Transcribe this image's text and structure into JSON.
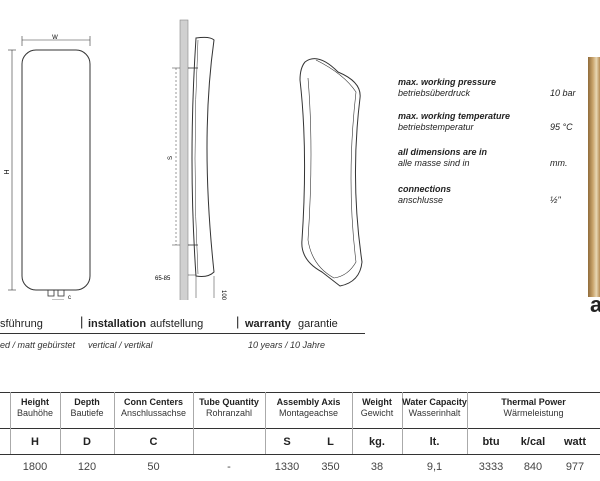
{
  "drawing_labels": {
    "width": "W",
    "height": "H",
    "c": "c",
    "s": "S",
    "offset": "65-85",
    "depth": "100"
  },
  "specs": [
    {
      "title": "max. working pressure",
      "subtitle": "betriebsüberdruck",
      "value": "10 bar"
    },
    {
      "title": "max. working temperature",
      "subtitle": "betriebstemperatur",
      "value": "95 °C"
    },
    {
      "title": "all dimensions are in",
      "subtitle": "alle masse sind in",
      "value": "mm."
    },
    {
      "title": "connections",
      "subtitle": "anschlusse",
      "value": "½\""
    }
  ],
  "finish_row": {
    "finish_partial": "sführung",
    "installation_label": "installation",
    "installation_de": "aufstellung",
    "warranty_label": "warranty",
    "warranty_de": "garantie",
    "finish_value": "ed / matt gebürstet",
    "installation_value": "vertical / vertikal",
    "warranty_value": "10 years / 10 Jahre"
  },
  "side_letter": "a",
  "table": {
    "columns": [
      {
        "title": "Height",
        "subtitle": "Bauhöhe",
        "symbol": "H",
        "value": "1800"
      },
      {
        "title": "Depth",
        "subtitle": "Bautiefe",
        "symbol": "D",
        "value": "120"
      },
      {
        "title": "Conn Centers",
        "subtitle": "Anschlussachse",
        "symbol": "C",
        "value": "50"
      },
      {
        "title": "Tube Quantity",
        "subtitle": "Rohranzahl",
        "symbol": "",
        "value": "-"
      },
      {
        "title": "Assembly Axis",
        "subtitle": "Montageachse",
        "symbols": [
          "S",
          "L"
        ],
        "values": [
          "1330",
          "350"
        ]
      },
      {
        "title": "Weight",
        "subtitle": "Gewicht",
        "symbol": "kg.",
        "value": "38"
      },
      {
        "title": "Water Capacity",
        "subtitle": "Wasserinhalt",
        "symbol": "lt.",
        "value": "9,1"
      },
      {
        "title": "Thermal Power",
        "subtitle": "Wärmeleistung",
        "symbols": [
          "btu",
          "k/cal",
          "watt"
        ],
        "values": [
          "3333",
          "840",
          "977"
        ]
      }
    ]
  }
}
